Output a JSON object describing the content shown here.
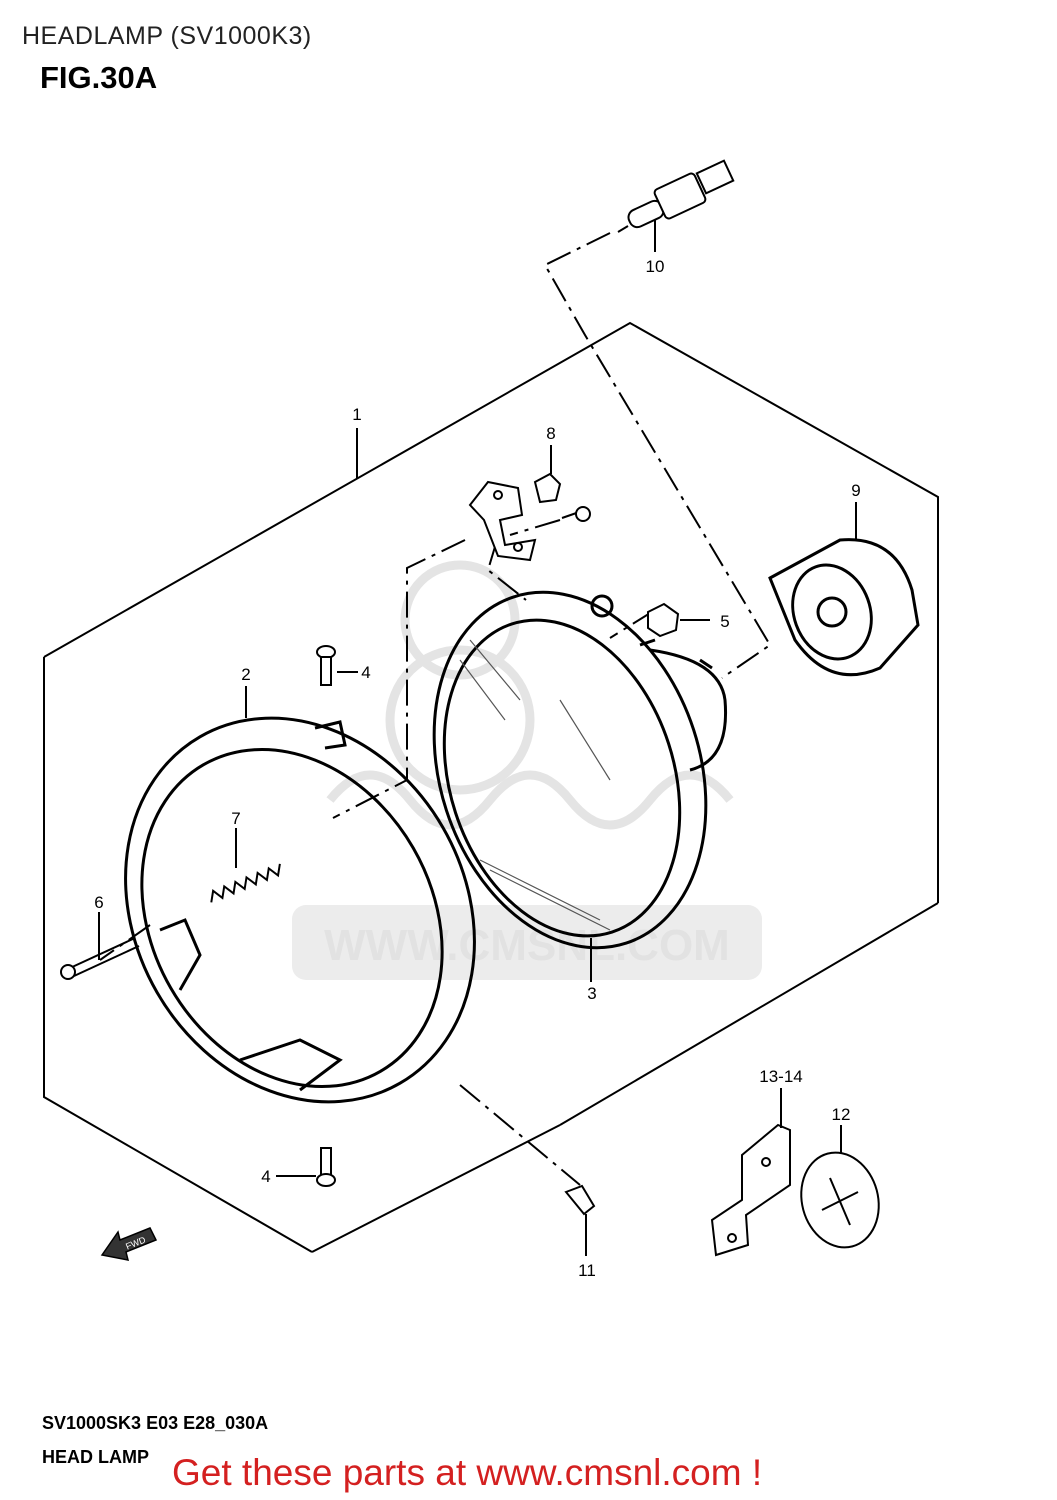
{
  "header": {
    "title": "HEADLAMP (SV1000K3)",
    "figure": "FIG.30A"
  },
  "watermark": {
    "text": "WWW.CMSNL.COM"
  },
  "parts": [
    {
      "ref": "1"
    },
    {
      "ref": "2"
    },
    {
      "ref": "3"
    },
    {
      "ref": "4"
    },
    {
      "ref": "4"
    },
    {
      "ref": "5"
    },
    {
      "ref": "6"
    },
    {
      "ref": "7"
    },
    {
      "ref": "8"
    },
    {
      "ref": "9"
    },
    {
      "ref": "10"
    },
    {
      "ref": "11"
    },
    {
      "ref": "12"
    },
    {
      "ref": "13-14"
    }
  ],
  "direction_marker": "FWD",
  "footer": {
    "code": "SV1000SK3 E03 E28_030A",
    "name": "HEAD LAMP"
  },
  "promo": {
    "text": "Get these parts at www.cmsnl.com !",
    "color": "#d42020"
  }
}
